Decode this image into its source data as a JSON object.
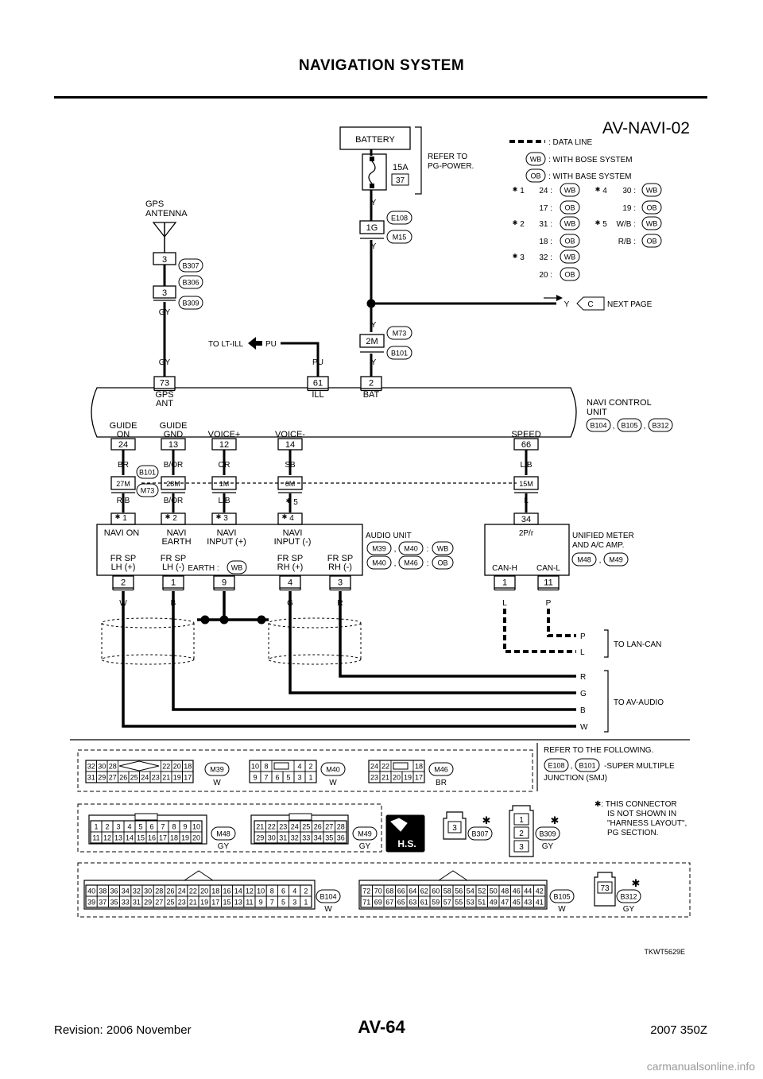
{
  "header": {
    "title": "NAVIGATION SYSTEM"
  },
  "diagram": {
    "id": "AV-NAVI-02",
    "figure_code": "TKWT5629E",
    "legend": {
      "data_line": ": DATA LINE",
      "wb_tag": "WB",
      "wb_text": ": WITH BOSE SYSTEM",
      "ob_tag": "OB",
      "ob_text": ": WITH BASE SYSTEM",
      "star": "✱",
      "notes": [
        {
          "mark": "1",
          "rows": [
            {
              "pin": "24 :",
              "sys": "WB"
            },
            {
              "pin": "17 :",
              "sys": "OB"
            }
          ]
        },
        {
          "mark": "2",
          "rows": [
            {
              "pin": "31 :",
              "sys": "WB"
            },
            {
              "pin": "18 :",
              "sys": "OB"
            }
          ]
        },
        {
          "mark": "3",
          "rows": [
            {
              "pin": "32 :",
              "sys": "WB"
            },
            {
              "pin": "20 :",
              "sys": "OB"
            }
          ]
        },
        {
          "mark": "4",
          "rows": [
            {
              "pin": "30 :",
              "sys": "WB"
            },
            {
              "pin": "19 :",
              "sys": "OB"
            }
          ]
        },
        {
          "mark": "5",
          "rows": [
            {
              "pin": "W/B :",
              "sys": "WB"
            },
            {
              "pin": "R/B :",
              "sys": "OB"
            }
          ]
        }
      ]
    },
    "battery": {
      "label": "BATTERY",
      "fuse_amp": "15A",
      "fuse_no": "37",
      "refer1": "REFER TO",
      "refer2": "PG-POWER."
    },
    "wire_colors": {
      "y": "Y",
      "gy": "GY",
      "pu": "PU",
      "br": "BR",
      "bor": "B/OR",
      "or": "OR",
      "sb": "SB",
      "lb": "L/B",
      "rb": "R/B",
      "l": "L",
      "w": "W",
      "b": "B",
      "g": "G",
      "r": "R",
      "p": "P"
    },
    "connectors": {
      "e108": "E108",
      "m15": "M15",
      "m73": "M73",
      "b101": "B101",
      "b307": "B307",
      "b306": "B306",
      "b309": "B309",
      "b104": "B104",
      "b105": "B105",
      "b312": "B312",
      "m39": "M39",
      "m40": "M40",
      "m46": "M46",
      "m48": "M48",
      "m49": "M49"
    },
    "pins": {
      "j1g": "1G",
      "j2m": "2M",
      "ant3a": "3",
      "ant3b": "3",
      "n73": "73",
      "n61": "61",
      "n2": "2",
      "n24": "24",
      "n13": "13",
      "n12": "12",
      "n14": "14",
      "n66": "66",
      "j27m": "27M",
      "j28m": "28M",
      "j1m": "1M",
      "j6m": "6M",
      "j15m": "15M",
      "a_star1": "1",
      "a_star2": "2",
      "a_star3": "3",
      "a_star4": "4",
      "a34": "34",
      "s2": "2",
      "s1": "1",
      "s9": "9",
      "s4": "4",
      "s3": "3",
      "u1": "1",
      "u11": "11"
    },
    "gps_antenna": [
      "GPS",
      "ANTENNA"
    ],
    "to_lt_ill": "TO LT-ILL",
    "next_page": "NEXT PAGE",
    "next_page_c": "C",
    "navi_unit": {
      "name": [
        "NAVI CONTROL",
        "UNIT"
      ],
      "gps_ant": [
        "GPS",
        "ANT"
      ],
      "ill": "ILL",
      "bat": "BAT",
      "guide_on": [
        "GUIDE",
        "ON"
      ],
      "guide_gnd": [
        "GUIDE",
        "GND"
      ],
      "voice_p": "VOICE+",
      "voice_m": "VOICE-",
      "speed": "SPEED"
    },
    "audio_unit": {
      "name": "AUDIO UNIT",
      "navi_on": "NAVI ON",
      "navi_earth": [
        "NAVI",
        "EARTH"
      ],
      "navi_in_p": [
        "NAVI",
        "INPUT (+)"
      ],
      "navi_in_m": [
        "NAVI",
        "INPUT (-)"
      ],
      "fr_lh_p": [
        "FR SP",
        "LH (+)"
      ],
      "fr_lh_m": [
        "FR SP",
        "LH (-)"
      ],
      "earth": "EARTH :",
      "earth_tag": "WB",
      "fr_rh_p": [
        "FR SP",
        "RH (+)"
      ],
      "fr_rh_m": [
        "FR SP",
        "RH (-)"
      ]
    },
    "meter_unit": {
      "name": [
        "UNIFIED METER",
        "AND A/C AMP."
      ],
      "pin_2pr": "2P/r",
      "can_h": "CAN-H",
      "can_l": "CAN-L"
    },
    "to_lan_can": "TO LAN-CAN",
    "to_av_audio": "TO AV-AUDIO",
    "bottom": {
      "refer": "REFER TO THE FOLLOWING.",
      "smj_text": "-SUPER MULTIPLE",
      "smj_text2": "JUNCTION (SMJ)",
      "star_note": [
        "✱: THIS CONNECTOR",
        "IS NOT SHOWN IN",
        "\"HARNESS LAYOUT\",",
        "PG SECTION."
      ],
      "hs": "H.S.",
      "c_w": "W",
      "c_br": "BR",
      "c_gy": "GY",
      "m39_top": [
        "32",
        "30",
        "28",
        "",
        "",
        "",
        "",
        "22",
        "20",
        "18"
      ],
      "m39_bot": [
        "31",
        "29",
        "27",
        "26",
        "25",
        "24",
        "23",
        "21",
        "19",
        "17"
      ],
      "m40_top": [
        "10",
        "8",
        "",
        "",
        "4",
        "2"
      ],
      "m40_bot": [
        "9",
        "7",
        "6",
        "5",
        "3",
        "1"
      ],
      "m46_top": [
        "24",
        "22",
        "",
        "",
        "18"
      ],
      "m46_bot": [
        "23",
        "21",
        "20",
        "19",
        "17"
      ],
      "m48_top": [
        "1",
        "2",
        "3",
        "4",
        "5",
        "6",
        "7",
        "8",
        "9",
        "10"
      ],
      "m48_bot": [
        "11",
        "12",
        "13",
        "14",
        "15",
        "16",
        "17",
        "18",
        "19",
        "20"
      ],
      "m49_top": [
        "21",
        "22",
        "23",
        "24",
        "25",
        "26",
        "27",
        "28"
      ],
      "m49_bot": [
        "29",
        "30",
        "31",
        "32",
        "33",
        "34",
        "35",
        "36"
      ],
      "b307_pin": "3",
      "b309_pins": [
        "1",
        "2",
        "3"
      ],
      "b312_pin": "73",
      "b104_top": [
        "40",
        "38",
        "36",
        "34",
        "32",
        "30",
        "28",
        "26",
        "24",
        "22",
        "20",
        "18",
        "16",
        "14",
        "12",
        "10",
        "8",
        "6",
        "4",
        "2"
      ],
      "b104_bot": [
        "39",
        "37",
        "35",
        "33",
        "31",
        "29",
        "27",
        "25",
        "23",
        "21",
        "19",
        "17",
        "15",
        "13",
        "11",
        "9",
        "7",
        "5",
        "3",
        "1"
      ],
      "b105_top": [
        "72",
        "70",
        "68",
        "66",
        "64",
        "62",
        "60",
        "58",
        "56",
        "54",
        "52",
        "50",
        "48",
        "46",
        "44",
        "42"
      ],
      "b105_bot": [
        "71",
        "69",
        "67",
        "65",
        "63",
        "61",
        "59",
        "57",
        "55",
        "53",
        "51",
        "49",
        "47",
        "45",
        "43",
        "41"
      ]
    }
  },
  "footer": {
    "revision": "Revision: 2006 November",
    "page": "AV-64",
    "model": "2007 350Z",
    "watermark": "carmanualsonline.info"
  }
}
